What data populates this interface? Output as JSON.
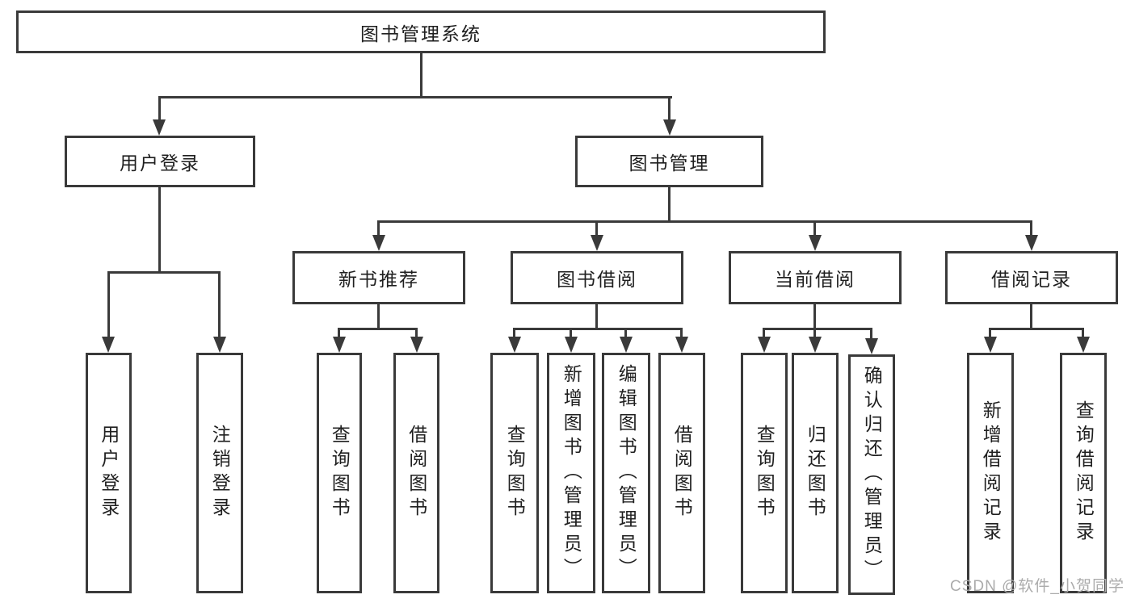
{
  "nodes": {
    "root": "图书管理系统",
    "level1": {
      "user_login": "用户登录",
      "book_mgmt": "图书管理"
    },
    "level2": {
      "new_books": "新书推荐",
      "book_borrow": "图书借阅",
      "current_borrow": "当前借阅",
      "borrow_records": "借阅记录"
    },
    "leaves": {
      "user_login_leaf": "用户登录",
      "logout": "注销登录",
      "nb_query": "查询图书",
      "nb_borrow": "借阅图书",
      "bb_query": "查询图书",
      "bb_add": "新增图书（管理员）",
      "bb_edit": "编辑图书（管理员）",
      "bb_borrow": "借阅图书",
      "cb_query": "查询图书",
      "cb_return": "归还图书",
      "cb_confirm": "确认归还（管理员）",
      "br_add": "新增借阅记录",
      "br_query": "查询借阅记录"
    }
  },
  "watermark": "CSDN @软件_小贺同学",
  "colors": {
    "line": "#3a3a3a",
    "text": "#1f1f1f",
    "watermark": "#ababab",
    "background": "#ffffff"
  }
}
